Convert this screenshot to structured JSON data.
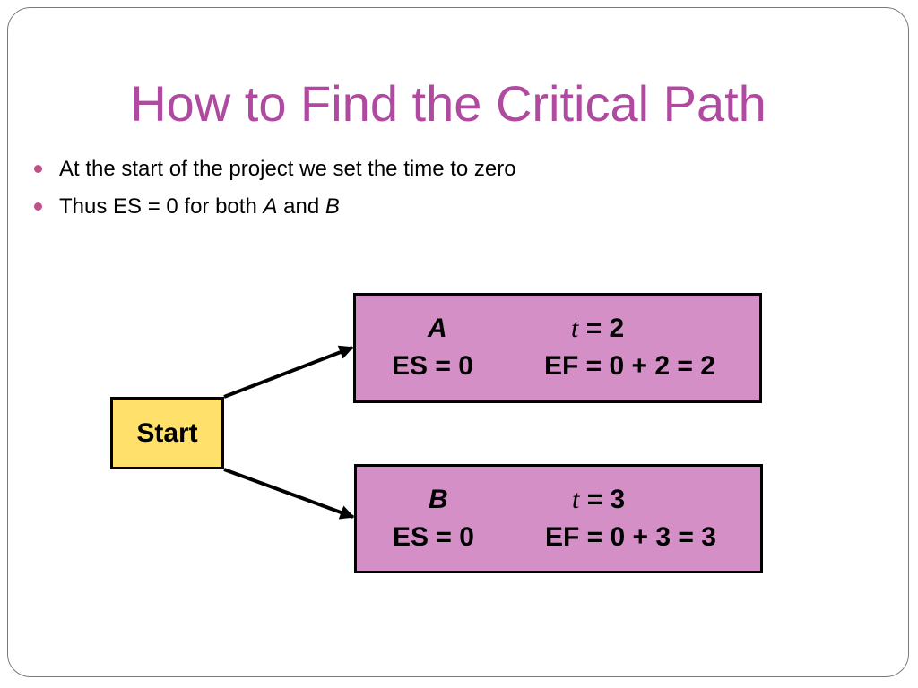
{
  "title": "How to Find the Critical Path",
  "bullets": [
    {
      "text": "At the start of the project we set the time to zero"
    },
    {
      "prefix": "Thus ES = 0 for both ",
      "a": "A",
      "mid": " and ",
      "b": "B"
    }
  ],
  "diagram": {
    "start": {
      "label": "Start"
    },
    "activities": [
      {
        "name": "A",
        "t_symbol": "t",
        "t_value": "= 2",
        "es": "ES = 0",
        "ef": "EF = 0 + 2 = 2"
      },
      {
        "name": "B",
        "t_symbol": "t",
        "t_value": "= 3",
        "es": "ES = 0",
        "ef": "EF = 0 + 3 = 3"
      }
    ]
  },
  "colors": {
    "title": "#b04aa0",
    "bullet": "#c0508a",
    "start_fill": "#ffe06a",
    "activity_fill": "#d38fc6"
  }
}
